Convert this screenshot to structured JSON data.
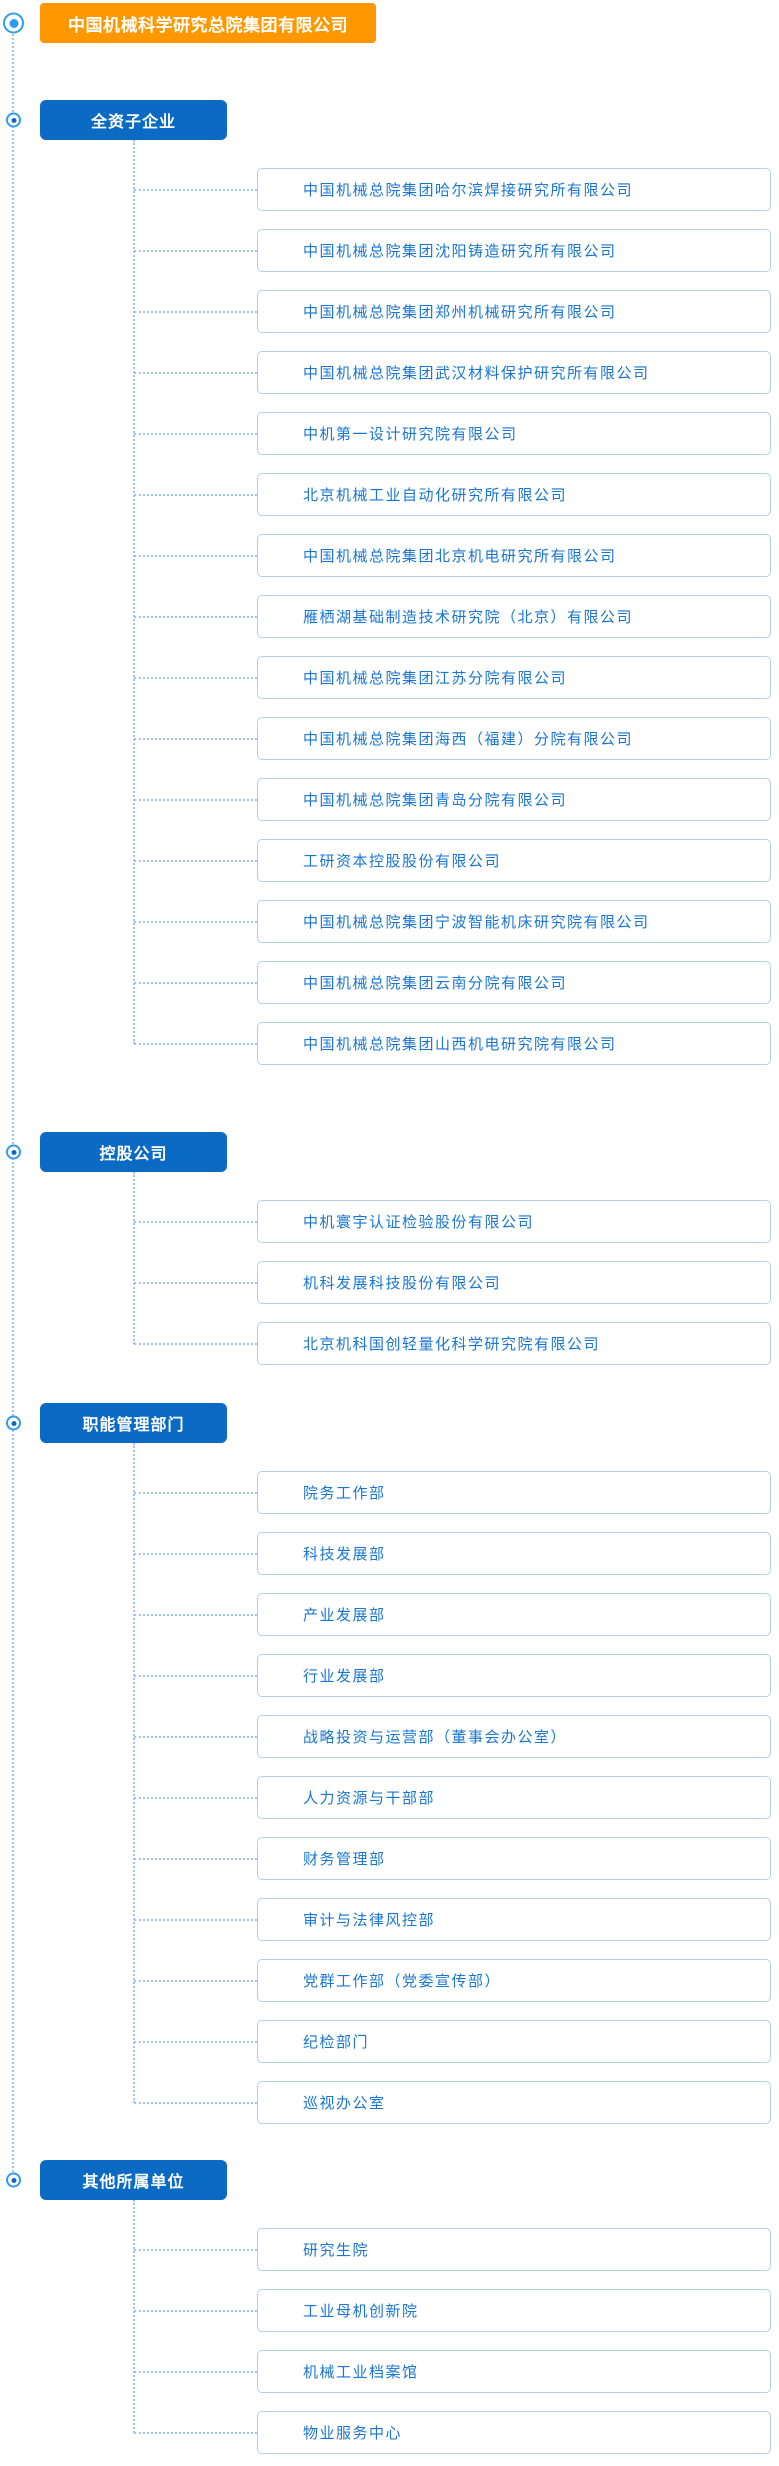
{
  "colors": {
    "accent_orange": "#ff9800",
    "accent_blue": "#0b6bc4",
    "item_text_blue": "#1976d2",
    "connector_blue": "#9ec5ed",
    "item_border": "#b5cfe9"
  },
  "root": {
    "label": "中国机械科学研究总院集团有限公司"
  },
  "sections": [
    {
      "label": "全资子企业",
      "items": [
        "中国机械总院集团哈尔滨焊接研究所有限公司",
        "中国机械总院集团沈阳铸造研究所有限公司",
        "中国机械总院集团郑州机械研究所有限公司",
        "中国机械总院集团武汉材料保护研究所有限公司",
        "中机第一设计研究院有限公司",
        "北京机械工业自动化研究所有限公司",
        "中国机械总院集团北京机电研究所有限公司",
        "雁栖湖基础制造技术研究院（北京）有限公司",
        "中国机械总院集团江苏分院有限公司",
        "中国机械总院集团海西（福建）分院有限公司",
        "中国机械总院集团青岛分院有限公司",
        "工研资本控股股份有限公司",
        "中国机械总院集团宁波智能机床研究院有限公司",
        "中国机械总院集团云南分院有限公司",
        "中国机械总院集团山西机电研究院有限公司"
      ]
    },
    {
      "label": "控股公司",
      "items": [
        "中机寰宇认证检验股份有限公司",
        "机科发展科技股份有限公司",
        "北京机科国创轻量化科学研究院有限公司"
      ]
    },
    {
      "label": "职能管理部门",
      "items": [
        "院务工作部",
        "科技发展部",
        "产业发展部",
        "行业发展部",
        "战略投资与运营部（董事会办公室）",
        "人力资源与干部部",
        "财务管理部",
        "审计与法律风控部",
        "党群工作部（党委宣传部）",
        "纪检部门",
        "巡视办公室"
      ]
    },
    {
      "label": "其他所属单位",
      "items": [
        "研究生院",
        "工业母机创新院",
        "机械工业档案馆",
        "物业服务中心"
      ]
    }
  ]
}
